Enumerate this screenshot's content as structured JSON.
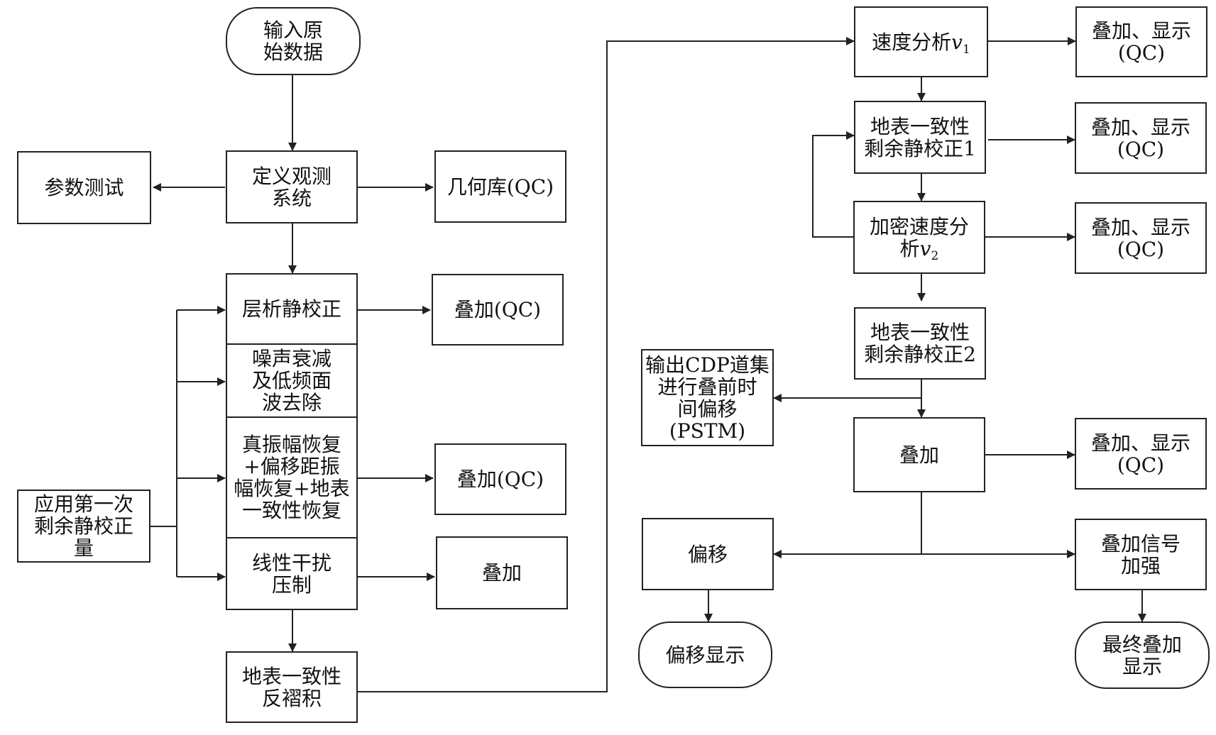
{
  "nodes": {
    "start": "输入原\n始数据",
    "define_geometry": "定义观测\n系统",
    "param_test": "参数测试",
    "geometry_qc": "几何库(QC)",
    "tomo_statics": "层析静校正",
    "stack_qc_1": "叠加(QC)",
    "noise_atten": "噪声衰减\n及低频面\n波去除",
    "amp_recovery": "真振幅恢复\n+偏移距振\n幅恢复+地表\n一致性恢复",
    "stack_qc_2": "叠加(QC)",
    "linear_noise": "线性干扰\n压制",
    "stack_plain": "叠加",
    "apply_residual": "应用第一次\n剩余静校正\n量",
    "surface_decon": "地表一致性\n反褶积",
    "vel_analysis_1": {
      "text": "速度分析",
      "var": "v",
      "sub": "1"
    },
    "display_qc_1": "叠加、显示\n(QC)",
    "residual_statics_1": "地表一致性\n剩余静校正1",
    "display_qc_2": "叠加、显示\n(QC)",
    "vel_analysis_2": {
      "text": "加密速度分\n析",
      "var": "v",
      "sub": "2"
    },
    "display_qc_3": "叠加、显示\n(QC)",
    "residual_statics_2": "地表一致性\n剩余静校正2",
    "output_cdp": "输出CDP道集\n进行叠前时\n间偏移\n(PSTM)",
    "stack_main": "叠加",
    "display_qc_4": "叠加、显示\n(QC)",
    "migration": "偏移",
    "signal_enhance": "叠加信号\n加强",
    "migration_display": "偏移显示",
    "final_display": "最终叠加\n显示"
  },
  "colors": {
    "line": "#222222",
    "fill": "#ffffff",
    "text": "#111111"
  }
}
